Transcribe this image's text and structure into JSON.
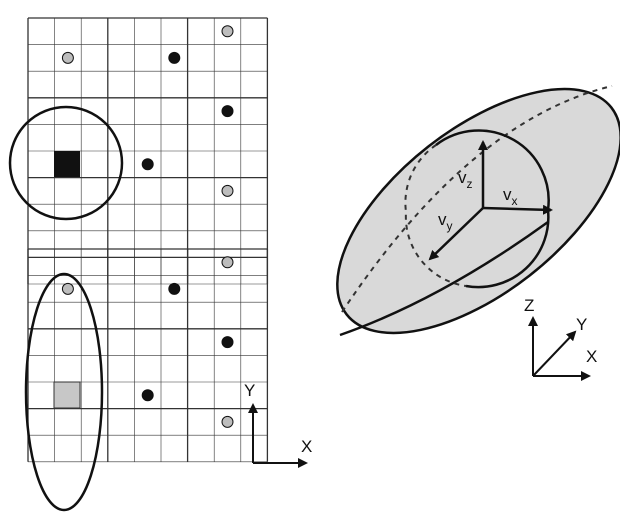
{
  "grid_top": {
    "cols": 9,
    "rows": 10,
    "block_cols": 3,
    "block_rows": 3,
    "square_color": "#111111",
    "points": [
      {
        "col": 1,
        "row": 1,
        "fill": "gray"
      },
      {
        "col": 5,
        "row": 1,
        "fill": "black"
      },
      {
        "col": 7,
        "row": 0,
        "fill": "gray"
      },
      {
        "col": 7,
        "row": 3,
        "fill": "black"
      },
      {
        "col": 4,
        "row": 5,
        "fill": "black"
      },
      {
        "col": 7,
        "row": 6,
        "fill": "gray"
      }
    ]
  },
  "grid_bottom": {
    "cols": 9,
    "rows": 8,
    "block_cols": 3,
    "block_rows": 3,
    "square_color": "#c7c7c7",
    "points": [
      {
        "col": 1,
        "row": 1,
        "fill": "gray"
      },
      {
        "col": 5,
        "row": 1,
        "fill": "black"
      },
      {
        "col": 7,
        "row": 0,
        "fill": "gray"
      },
      {
        "col": 7,
        "row": 3,
        "fill": "black"
      },
      {
        "col": 4,
        "row": 5,
        "fill": "black"
      },
      {
        "col": 7,
        "row": 6,
        "fill": "gray"
      }
    ]
  },
  "axes_2d": {
    "x_label": "X",
    "y_label": "Y"
  },
  "ellipsoid": {
    "fill": "#d9d9d9",
    "vectors": [
      {
        "name": "v",
        "sub": "z"
      },
      {
        "name": "v",
        "sub": "x"
      },
      {
        "name": "v",
        "sub": "y"
      }
    ]
  },
  "axes_3d": {
    "x_label": "X",
    "y_label": "Y",
    "z_label": "Z"
  },
  "colors": {
    "gray_point": "#bdbdbd",
    "black_point": "#111111",
    "line": "#1a1a1a",
    "grid": "#333333"
  }
}
